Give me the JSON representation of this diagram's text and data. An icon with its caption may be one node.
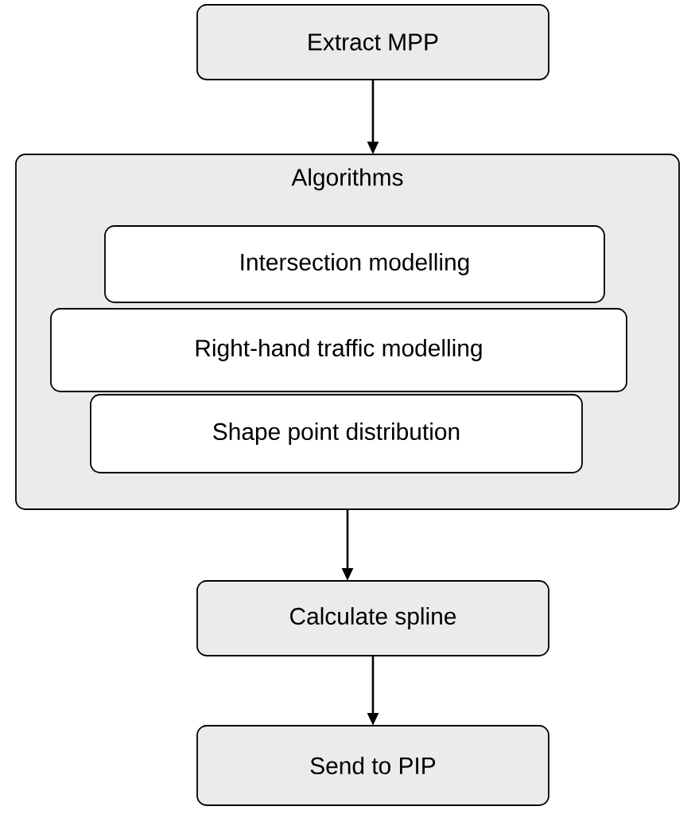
{
  "diagram": {
    "nodes": [
      {
        "text": [
          "Extract MPP"
        ]
      },
      {
        "text": [
          "Algorithms"
        ]
      },
      {
        "text": [
          "Intersection modelling"
        ],
        "in": 1
      },
      {
        "text": [
          "Right-hand traffic modelling"
        ],
        "in": 1
      },
      {
        "text": [
          "Shape point distribution"
        ],
        "in": 1
      },
      {
        "text": [
          "Calculate spline"
        ]
      },
      {
        "text": [
          "Send to PIP"
        ]
      }
    ],
    "edges": [
      {
        "from": 0,
        "to": 1,
        "arrow": "to"
      },
      {
        "from": 1,
        "to": 5,
        "arrow": "to"
      },
      {
        "from": 5,
        "to": 6,
        "arrow": "to"
      }
    ]
  }
}
